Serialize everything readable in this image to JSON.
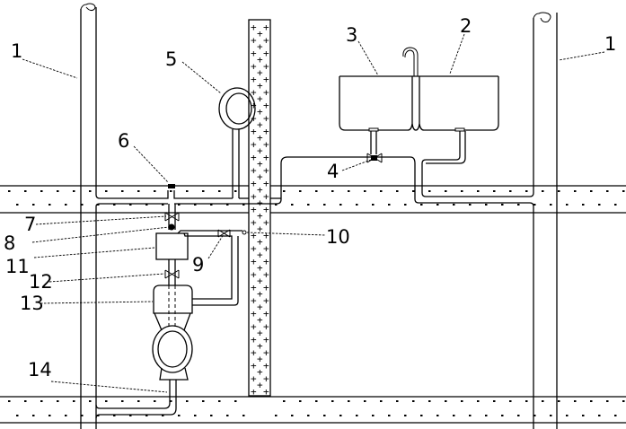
{
  "diagram": {
    "title": "",
    "labels": [
      {
        "id": "1",
        "text": "1",
        "meaning": "vent-stack"
      },
      {
        "id": "1b",
        "text": "1",
        "meaning": "vent-stack"
      },
      {
        "id": "2",
        "text": "2",
        "meaning": "sink-basin-right"
      },
      {
        "id": "3",
        "text": "3",
        "meaning": "sink-basin-left"
      },
      {
        "id": "4",
        "text": "4",
        "meaning": "drain-valve"
      },
      {
        "id": "5",
        "text": "5",
        "meaning": "wall-loop-pipe"
      },
      {
        "id": "6",
        "text": "6",
        "meaning": "floor-outlet"
      },
      {
        "id": "7",
        "text": "7",
        "meaning": "valve-upper"
      },
      {
        "id": "8",
        "text": "8",
        "meaning": "junction"
      },
      {
        "id": "9",
        "text": "9",
        "meaning": "branch-valve"
      },
      {
        "id": "10",
        "text": "10",
        "meaning": "branch-end"
      },
      {
        "id": "11",
        "text": "11",
        "meaning": "tank"
      },
      {
        "id": "12",
        "text": "12",
        "meaning": "valve-lower"
      },
      {
        "id": "13",
        "text": "13",
        "meaning": "toilet-cistern"
      },
      {
        "id": "14",
        "text": "14",
        "meaning": "toilet-outlet-pipe"
      }
    ]
  }
}
